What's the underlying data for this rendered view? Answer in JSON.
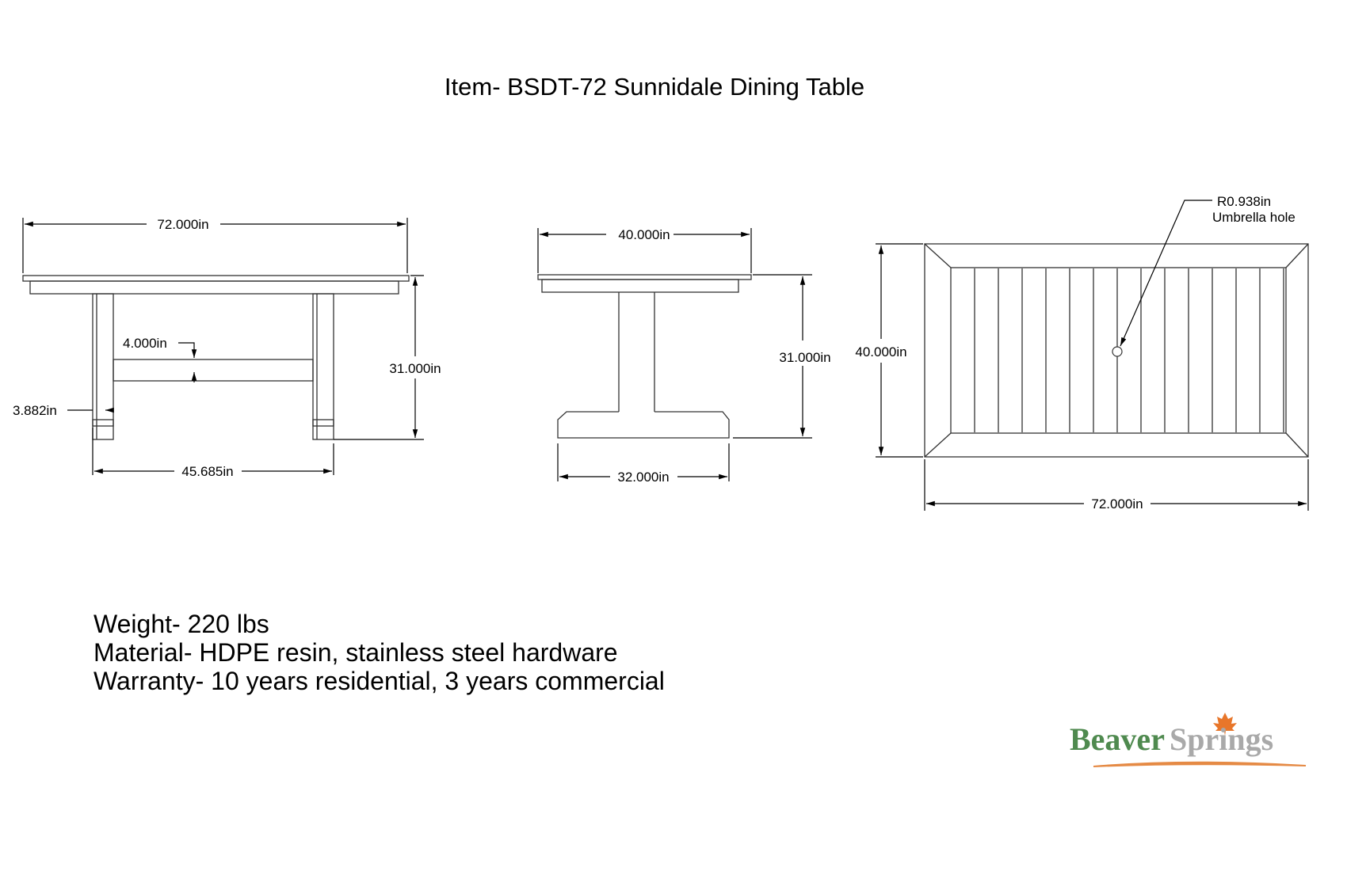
{
  "title": "Item- BSDT-72 Sunnidale Dining Table",
  "front_view": {
    "width": "72.000in",
    "height": "31.000in",
    "stretcher": "4.000in",
    "leg": "3.882in",
    "leg_span": "45.685in"
  },
  "side_view": {
    "width": "40.000in",
    "height": "31.000in",
    "base": "32.000in"
  },
  "top_view": {
    "width": "40.000in",
    "length": "72.000in",
    "hole_radius": "R0.938in",
    "hole_label": "Umbrella hole"
  },
  "specs": {
    "weight": "Weight- 220 lbs",
    "material": "Material- HDPE resin, stainless steel hardware",
    "warranty": "Warranty- 10 years residential, 3 years commercial"
  },
  "logo": {
    "part1": "Beaver",
    "part2": "Springs",
    "color1": "#4f8a4f",
    "color2": "#a9a9a9"
  }
}
